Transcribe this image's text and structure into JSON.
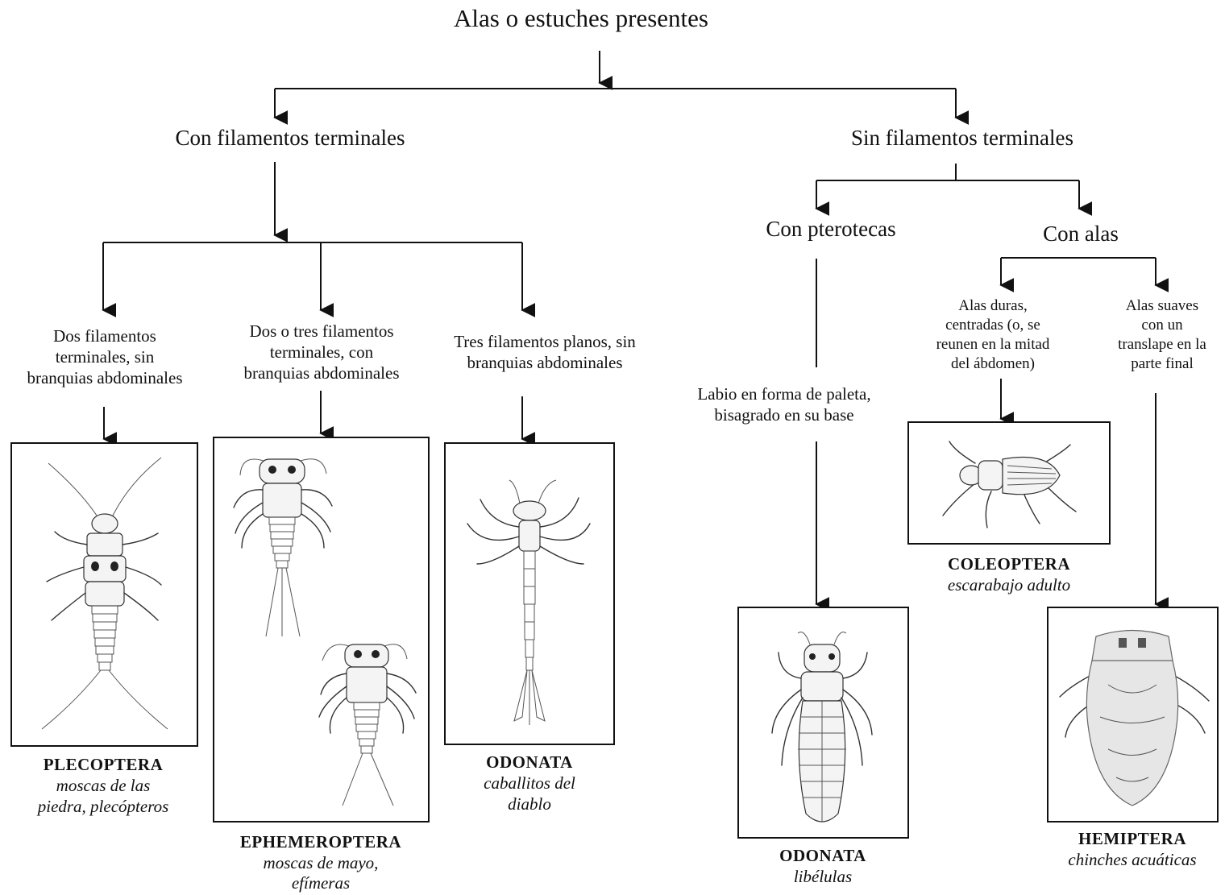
{
  "title": "Alas o estuches presentes",
  "branches": {
    "left": "Con filamentos terminales",
    "right": "Sin filamentos terminales"
  },
  "subbranches": {
    "pterotecas": "Con pterotecas",
    "alas": "Con alas"
  },
  "criteria": {
    "plecoptera": [
      "Dos filamentos",
      "terminales, sin",
      "branquias abdominales"
    ],
    "ephemeroptera": [
      "Dos o tres filamentos",
      "terminales, con",
      "branquias abdominales"
    ],
    "odonata_zyg": [
      "Tres filamentos planos, sin",
      "branquias abdominales"
    ],
    "odonata_lab": [
      "Labio en forma de  paleta,",
      "bisagrado en su base"
    ],
    "coleoptera": [
      "Alas duras,",
      "centradas (o, se",
      "reunen en la mitad",
      "del ábdomen)"
    ],
    "hemiptera": [
      "Alas suaves",
      "con un",
      "translape en la",
      "parte final"
    ]
  },
  "orders": {
    "plecoptera": {
      "name": "PLECOPTERA",
      "common": [
        "moscas de las",
        "piedra, plecópteros"
      ]
    },
    "ephemeroptera": {
      "name": "EPHEMEROPTERA",
      "common": [
        "moscas de mayo,",
        "efímeras"
      ]
    },
    "odonata_zyg": {
      "name": "ODONATA",
      "common": [
        "caballitos del",
        "diablo"
      ]
    },
    "odonata_lib": {
      "name": "ODONATA",
      "common": [
        "libélulas"
      ]
    },
    "coleoptera": {
      "name": "COLEOPTERA",
      "common": [
        "escarabajo adulto"
      ]
    },
    "hemiptera": {
      "name": "HEMIPTERA",
      "common": [
        "chinches acuáticas"
      ]
    }
  }
}
